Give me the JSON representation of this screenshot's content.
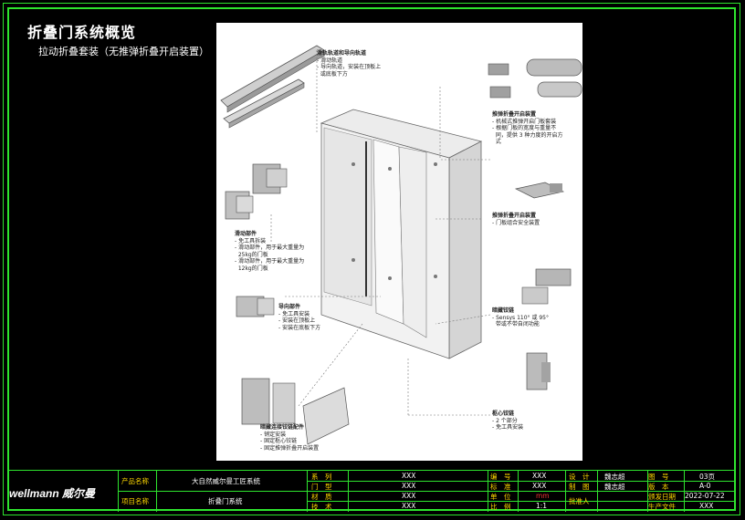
{
  "page": {
    "title": "折叠门系统概览",
    "subtitle": "拉动折叠套装（无推弹折叠开启装置）"
  },
  "callouts": {
    "rail": {
      "head": "滑轨轨道和导向轨道",
      "lines": [
        "- 滑动轨道",
        "- 导向轨道，安装在顶板上",
        "  或底板下方"
      ]
    },
    "pushopen": {
      "head": "推弹折叠开启装置",
      "lines": [
        "- 机械式推弹开启门板套装",
        "- 根据门板的宽度与重量不",
        "  同，提供 3 种力度的开启方",
        "  式"
      ]
    },
    "stop": {
      "head": "推弹折叠开启装置",
      "lines": [
        "- 门板组合安全装置"
      ]
    },
    "slide": {
      "head": "滑动部件",
      "lines": [
        "- 免工具拆装",
        "- 滑动部件，用于最大重量为",
        "  25kg的门板",
        "- 滑动部件，用于最大重量为",
        "  12kg的门板"
      ]
    },
    "guide": {
      "head": "导向部件",
      "lines": [
        "- 免工具安装",
        "- 安装在顶板上",
        "- 安装在底板下方"
      ]
    },
    "hinge": {
      "head": "暗藏铰链",
      "lines": [
        "- Sensys 110° 或 95°",
        "  带或不带自闭功能"
      ]
    },
    "pivot": {
      "head": "枢心铰链",
      "lines": [
        "- 2 个部分",
        "- 免工具安装"
      ]
    },
    "fitting": {
      "head": "暗藏连接铰链配件",
      "lines": [
        "- 销定安装",
        "- 固定枢心铰链",
        "- 固定推弹折叠开启装置"
      ]
    }
  },
  "title_block": {
    "brand": "wellmann 威尔曼",
    "product_name_label": "产品名称",
    "product_name": "大自然威尔曼工匠系统",
    "project_name_label": "项目名称",
    "project_name": "折叠门系统",
    "series_label": "系　列",
    "series": "XXX",
    "door_type_label": "门　型",
    "door_type": "XXX",
    "material_label": "材　质",
    "material": "XXX",
    "tech_label": "技　术",
    "tech": "XXX",
    "number_label": "编　号",
    "number": "XXX",
    "standard_label": "标　准",
    "standard": "XXX",
    "unit_label": "单　位",
    "unit": "mm",
    "scale_label": "比　例",
    "scale": "1:1",
    "design_label": "设　计",
    "design": "魏志超",
    "draw_label": "制　图",
    "draw": "魏志超",
    "approve_label": "批准人",
    "approve": "",
    "drawing_no_label": "图　号",
    "drawing_no": "03页",
    "version_label": "版　本",
    "version": "A-0",
    "issue_label": "颁发日期",
    "issue": "2022-07-22",
    "production_label": "生产文件",
    "production": "XXX"
  },
  "colors": {
    "frame": "#2ee52e",
    "label_yellow": "#ffd800",
    "label_red": "#e33333"
  }
}
